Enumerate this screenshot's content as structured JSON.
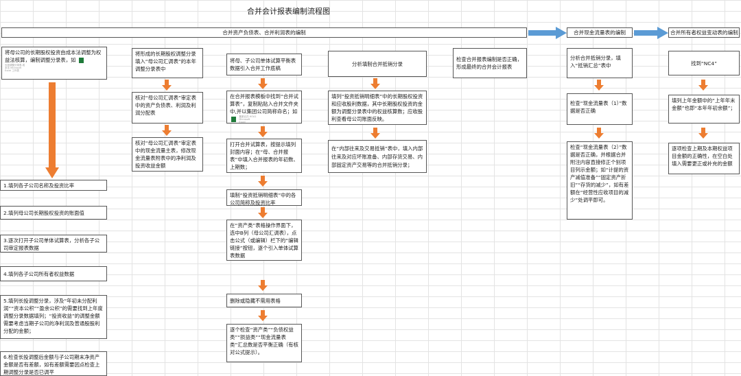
{
  "title": "合并会计报表编制流程图",
  "headers": {
    "bs_is": "合并资产负债表、合并利润表的编制",
    "cf": "合并现金流量表的编制",
    "equity": "合并所有者权益变动表的编制"
  },
  "col1": {
    "top": "将母公司的长期股权投资由成本法调整为权益法核算，编制调整分录表，如",
    "icon_caption": "长投调整分录表-成本法 Microsoft Excel 工作表",
    "steps": [
      "1.填列各子公司名称及投资比率",
      "2.填列母公司长期股权投资的账面值",
      "3.逐次打开子公司单体试算表，分析各子公司审定报表数据",
      "4.填列各子公司所有者权益数据",
      "5.填列长投调整分录，涉及“年初未分配利润”“资本公积”“盈余公积”的需要找到上年度调整分录数据填列；“投资收益”的调整金额需要考虑当期子公司的净利润及普通股股利分配的金额；",
      "6.检查长投调整后金额与子公司期末净资产金额是否有差额，如有差额需要因点检查上期调整分录是否已调平"
    ]
  },
  "col2": {
    "b1": "将形成的长期股权调整分录填入“母公司汇调表”的本年调整分录表中",
    "b2": "核对“母公司汇调表”审定表中的资产负债表、利润及利润分配表",
    "b3": "核对“母公司汇调表”审定表中的现金流量主表，修改现金流量表附表中的净利润及投资收益金额"
  },
  "col3": {
    "b1": "将母、子公司单体试算平衡表数据引入合并工作底稿",
    "b2a": "在合并报表模板中找到“合并试算表”，复制粘贴入合并文件夹中,并以集团公司简称命名；如",
    "icon_caption": "集团合并-HOA1 Microsoft Excel",
    "b3": "打开合并试算表，按提示填列封面内容；在“母、合并报表”中填入合并报表的年初数、上期数；",
    "b4": "填制“投资抵销明细表”中的各公司简称及投资比率",
    "b5": "在“资产类”表格操作界面下，选中B列（母公司汇调表），点击公式（或编辑）栏下的“编辑链接”按钮，逐个引入单体试算表数据",
    "b6": "删除或隐藏不需用表格",
    "b7": "逐个检查“资产类”“负债权益类”“损益类”“现金流量表类”汇总数是否平衡正确（有核对公式提示）。"
  },
  "col4": {
    "b1": "分析填制合并抵销分录",
    "b2": "填列“投资抵销明细表”中的长期股权投资和应收股利数据，其中长期股权投资的金额为调整分录表中的权益核算数；应收股利查看母公司账面反映。",
    "b3": "在“内部往来及交易抵销”表中，填入内部往来及对应坏账准备、内部存货交易、内部固定资产交易等的合并抵销分录；"
  },
  "col5": {
    "b1": "检查合并报表编制是否正确，形成最终的合并会计报表"
  },
  "col6": {
    "b1": "分析合并抵销分录，填入“抵销汇总”表中",
    "b2": "检查“现金流量表（1）”数据是否正确",
    "b3": "检查“现金流量表（2）”数据是否正确，并根据合并附注内容直接修正个别项目列示金额；如“计提的资产减值准备”“固定资产折旧”“存货的减少”，如有差额在“经营性应收项目的减少”处调平即可。"
  },
  "col7": {
    "b1": "找到“NC4”",
    "b2": "填列上年金额中的“上年年末金额”也即“本年年初余额”；",
    "b3": "逐项检查上期及本期权益项目金额的正确性，在空白处填入需要更正或补充的金额"
  },
  "colors": {
    "orange": "#ed7d31",
    "blue": "#5b9bd5",
    "excel_green": "#1f7a3a"
  }
}
